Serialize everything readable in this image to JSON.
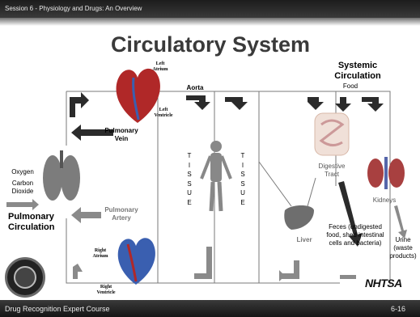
{
  "header": {
    "session": "Session 6 - Physiology and Drugs: An Overview"
  },
  "footer": {
    "course": "Drug Recognition Expert Course",
    "page": "6-16"
  },
  "title": "Circulatory System",
  "labels": {
    "left_atrium": "Left Atrium",
    "left_ventricle": "Left Ventricle",
    "right_atrium": "Right Atrium",
    "right_ventricle": "Right Ventricle",
    "pulmonary_vein": "Pulmonary Vein",
    "pulmonary_artery": "Pulmonary Artery",
    "aorta": "Aorta",
    "oxygen": "Oxygen",
    "carbon_dioxide": "Carbon Dioxide",
    "pulmonary_circulation": "Pulmonary Circulation",
    "systemic_circulation": "Systemic Circulation",
    "food": "Food",
    "digestive_tract": "Digestive Tract",
    "liver": "Liver",
    "kidneys": "Kidneys",
    "feces": "Feces (undigested food, shed intestinal cells and bacteria)",
    "urine": "Urine (waste products)",
    "tissue_letters": [
      "T",
      "I",
      "S",
      "S",
      "U",
      "E"
    ]
  },
  "logo_text": "NHTSA",
  "colors": {
    "arrow_dark": "#2b2b2b",
    "arrow_grey": "#8a8a8a",
    "line": "#7a7a7a"
  }
}
